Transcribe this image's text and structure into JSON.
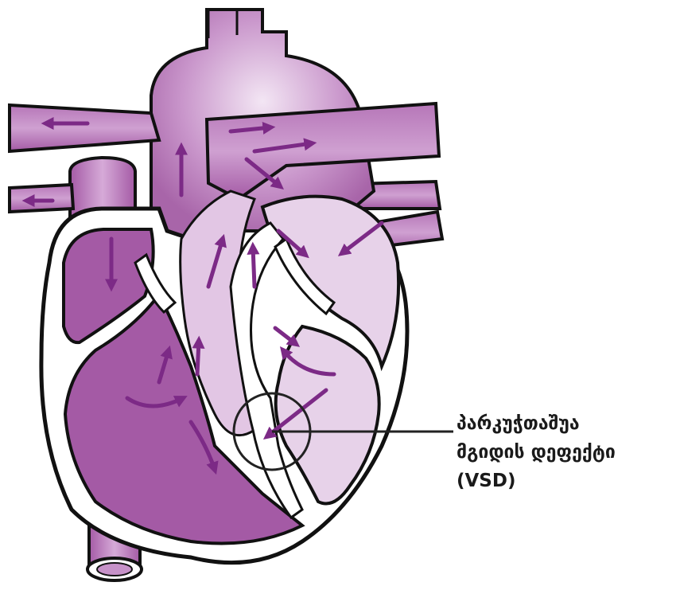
{
  "annotation": {
    "line1": "პარკუჭთაშუა",
    "line2": "მგიდის დეფექტი",
    "line3": "(VSD)"
  },
  "colors": {
    "outline": "#111111",
    "deep_purple": "#a45aa5",
    "mid_purple": "#c08cc3",
    "light_purple": "#e7d2e9",
    "arrow": "#7c2a86",
    "wall": "#ffffff",
    "callout": "#222222"
  }
}
